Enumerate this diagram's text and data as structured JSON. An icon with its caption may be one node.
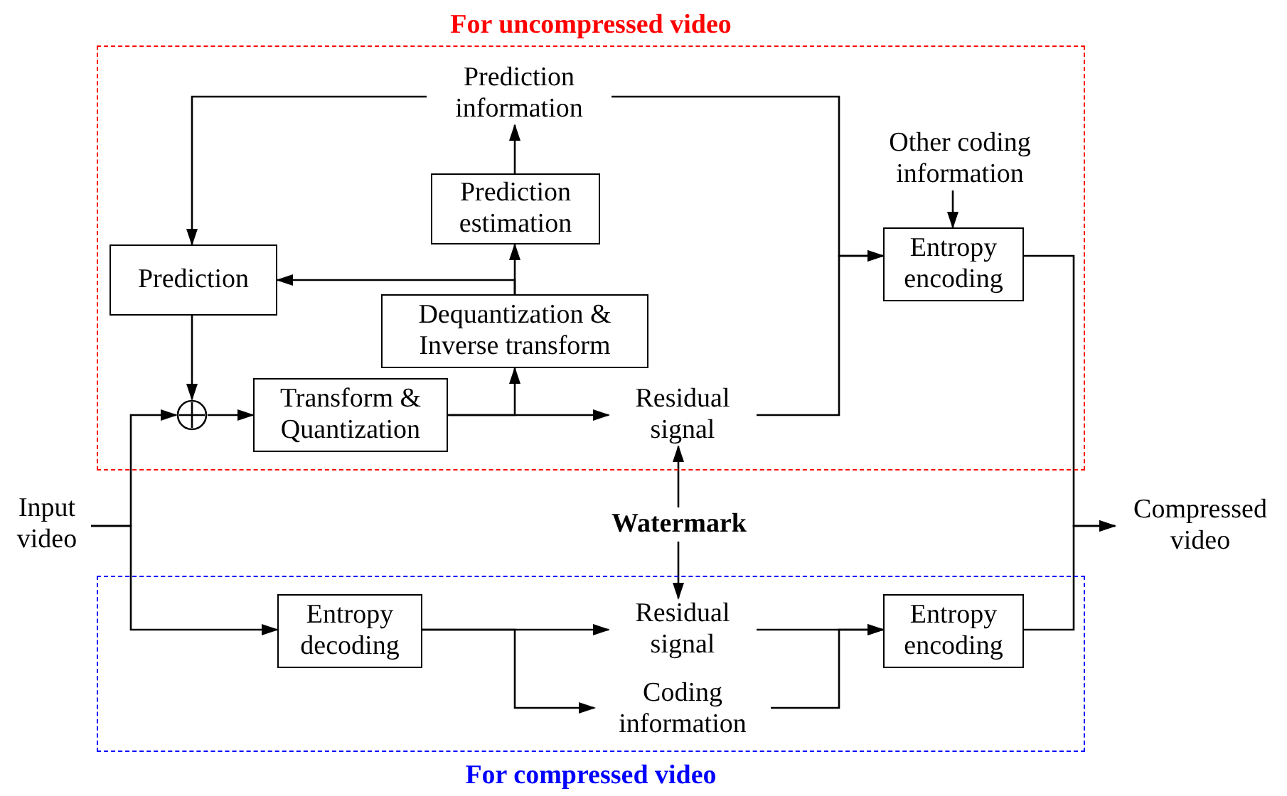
{
  "diagram": {
    "nodes": [
      {
        "text": [
          "For uncompressed video"
        ]
      },
      {
        "text": [
          "For compressed video"
        ]
      },
      {
        "text": [
          "Prediction information"
        ],
        "in": 0
      },
      {
        "text": [
          "Prediction estimation"
        ],
        "in": 0
      },
      {
        "text": [
          "Prediction"
        ],
        "in": 0
      },
      {
        "text": [
          "Dequantization & Inverse transform"
        ],
        "in": 0
      },
      {
        "text": [],
        "shape": "circle",
        "in": 0
      },
      {
        "text": [
          "Transform & Quantization"
        ],
        "in": 0
      },
      {
        "text": [
          "Residual signal"
        ],
        "in": 0
      },
      {
        "text": [
          "Other coding information"
        ],
        "in": 0
      },
      {
        "text": [
          "Entropy encoding"
        ],
        "in": 0
      },
      {
        "text": [
          "Input video"
        ]
      },
      {
        "text": [
          "Watermark"
        ]
      },
      {
        "text": [
          "Compressed video"
        ]
      },
      {
        "text": [
          "Entropy decoding"
        ],
        "in": 1
      },
      {
        "text": [
          "Residual signal"
        ],
        "in": 1
      },
      {
        "text": [
          "Coding information"
        ],
        "in": 1
      },
      {
        "text": [
          "Entropy encoding"
        ],
        "in": 1
      }
    ],
    "edges": [
      {
        "from": 2,
        "to": 4,
        "arrow": "to"
      },
      {
        "from": 3,
        "to": 2,
        "arrow": "to"
      },
      {
        "from": 5,
        "to": 3,
        "arrow": "to"
      },
      {
        "from": 5,
        "to": 4,
        "arrow": "to"
      },
      {
        "from": 4,
        "to": 6,
        "arrow": "to"
      },
      {
        "from": 6,
        "to": 7,
        "arrow": "to"
      },
      {
        "from": 7,
        "to": 8,
        "arrow": "to"
      },
      {
        "from": 7,
        "to": 5,
        "arrow": "to"
      },
      {
        "from": 8,
        "to": 10,
        "arrow": "to"
      },
      {
        "from": 2,
        "to": 10,
        "arrow": "to"
      },
      {
        "from": 9,
        "to": 10,
        "arrow": "to"
      },
      {
        "from": 10,
        "to": 13,
        "arrow": "to"
      },
      {
        "from": 17,
        "to": 13,
        "arrow": "to"
      },
      {
        "from": 11,
        "to": 6,
        "arrow": "to"
      },
      {
        "from": 11,
        "to": 14,
        "arrow": "to"
      },
      {
        "from": 12,
        "to": 8,
        "arrow": "to"
      },
      {
        "from": 12,
        "to": 15,
        "arrow": "to"
      },
      {
        "from": 14,
        "to": 15,
        "arrow": "to"
      },
      {
        "from": 14,
        "to": 16,
        "arrow": "to"
      },
      {
        "from": 15,
        "to": 17,
        "arrow": "to"
      },
      {
        "from": 16,
        "to": 17,
        "arrow": "to"
      }
    ]
  }
}
